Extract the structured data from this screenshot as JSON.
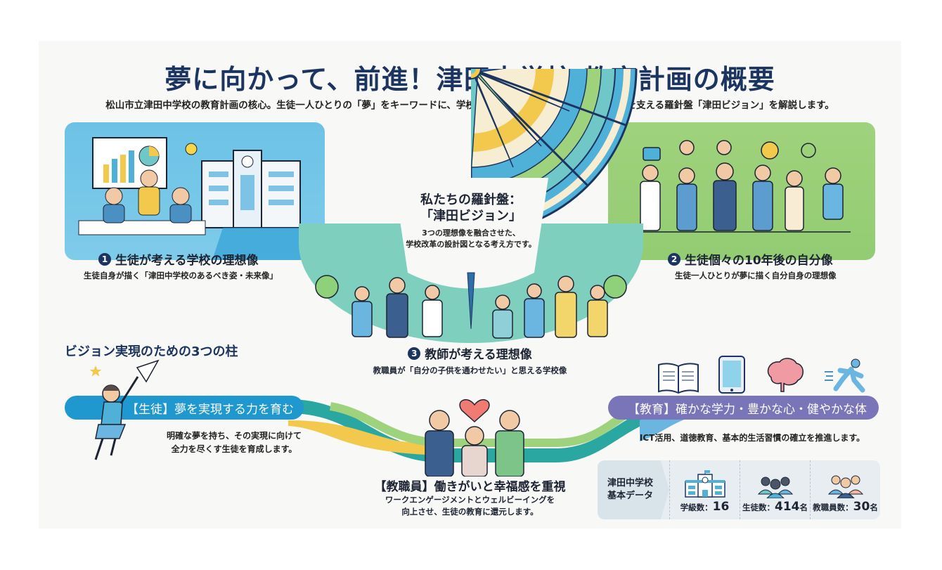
{
  "header": {
    "title": "夢に向かって、前進！津田中学校 教育計画の概要",
    "subtitle": "松山市立津田中学校の教育計画の核心。生徒一人ひとりの「夢」をキーワードに、学校・家庭・地域が連携して生徒の成長を支える羅針盤「津田ビジョン」を解説します。"
  },
  "ideals": [
    {
      "num": "1",
      "label": "生徒が考える学校の理想像",
      "desc": "生徒自身が描く「津田中学校のあるべき姿・未来像」"
    },
    {
      "num": "2",
      "label": "生徒個々の10年後の自分像",
      "desc": "生徒一人ひとりが夢に描く自分自身の理想像"
    },
    {
      "num": "3",
      "label": "教師が考える理想像",
      "desc": "教職員が「自分の子供を通わせたい」と思える学校像"
    }
  ],
  "compass": {
    "title_line1": "私たちの羅針盤：",
    "title_line2": "「津田ビジョン」",
    "desc_line1": "3つの理想像を融合させた、",
    "desc_line2": "学校改革の設計図となる考え方です。"
  },
  "pillars": {
    "heading": "ビジョン実現のための3つの柱",
    "items": [
      {
        "label": "【生徒】夢を実現する力を育む",
        "desc_line1": "明確な夢を持ち、その実現に向けて",
        "desc_line2": "全力を尽くす生徒を育成します。",
        "color": "#1e98cf"
      },
      {
        "label": "【教職員】働きがいと幸福感を重視",
        "desc_line1": "ワークエンゲージメントとウェルビーイングを",
        "desc_line2": "向上させ、生徒の教育に還元します。",
        "color": "#26a8a0"
      },
      {
        "label": "【教育】確かな学力・豊かな心・健やかな体",
        "desc_line1": "ICT活用、道徳教育、基本的生活習慣の確立を推進します。",
        "color": "#7a74b8"
      }
    ]
  },
  "stats": {
    "label_line1": "津田中学校",
    "label_line2": "基本データ",
    "items": [
      {
        "label": "学級数：",
        "value": "16",
        "unit": ""
      },
      {
        "label": "生徒数：",
        "value": "414",
        "unit": "名"
      },
      {
        "label": "教職員数：",
        "value": "30",
        "unit": "名"
      }
    ]
  },
  "colors": {
    "navy": "#1b3560",
    "sky": "#6cc2e6",
    "green": "#9fd27c",
    "teal": "#7fcfbf",
    "purple": "#7a74b8",
    "blue": "#1e98cf"
  }
}
